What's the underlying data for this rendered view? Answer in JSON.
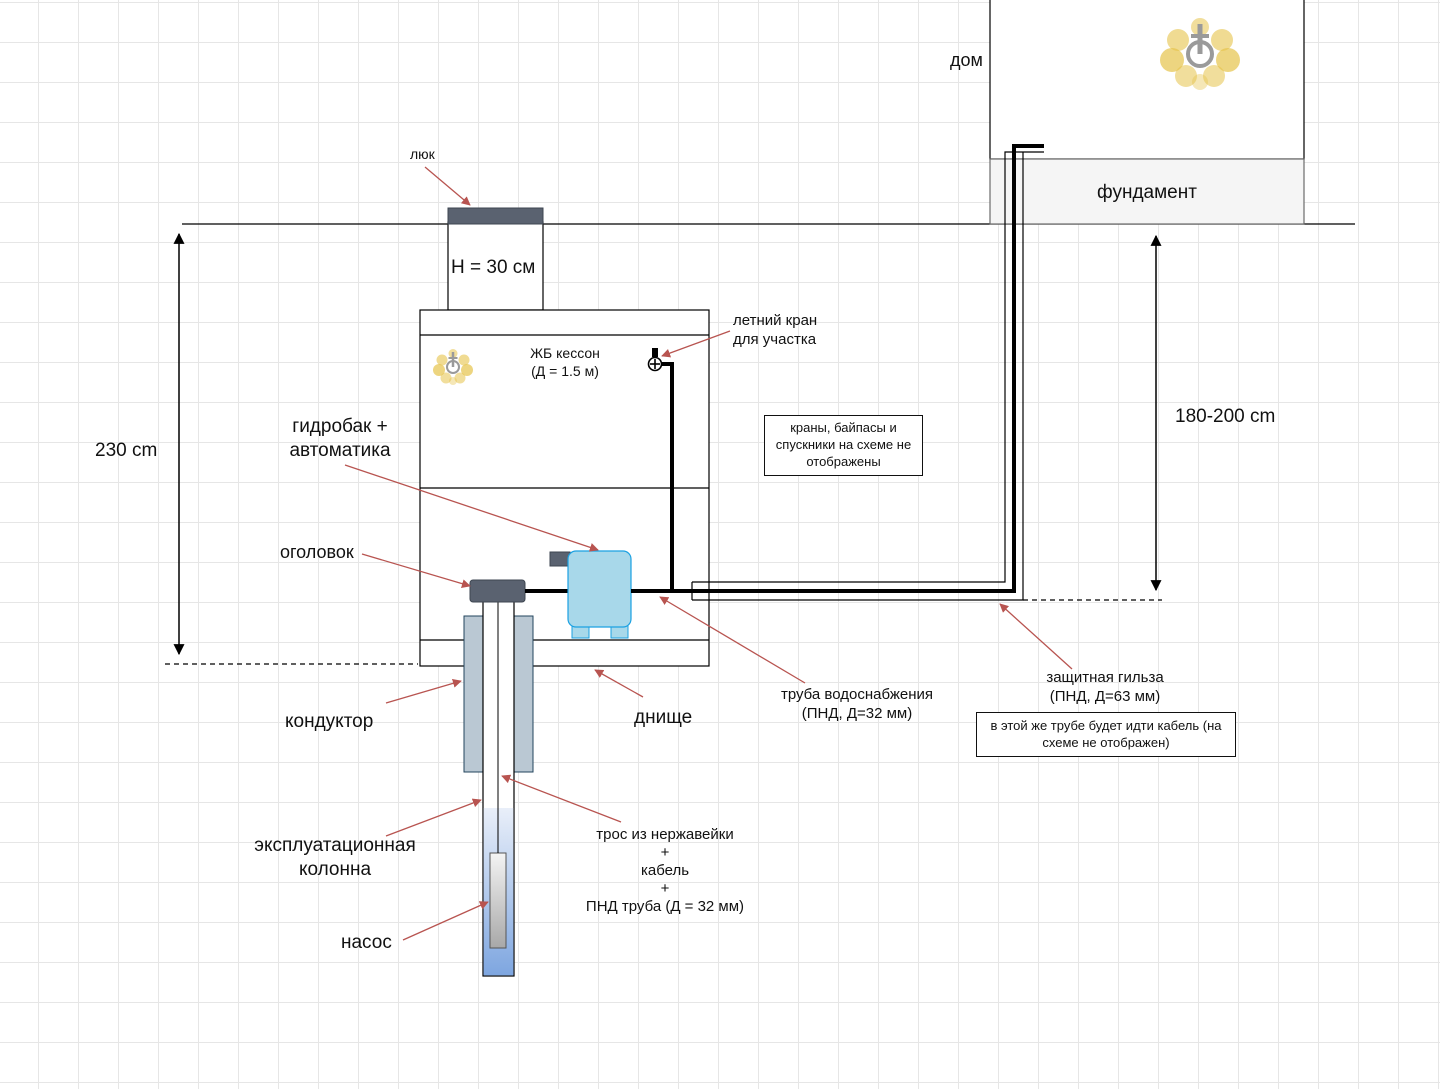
{
  "labels": {
    "house": "дом",
    "foundation": "фундамент",
    "hatch": "люк",
    "h30": "H = 30 см",
    "caisson_line1": "ЖБ кессон",
    "caisson_line2": "(Д = 1.5 м)",
    "summer_tap_line1": "летний кран",
    "summer_tap_line2": "для участка",
    "depth_230": "230 cm",
    "depth_180": "180-200 cm",
    "hydro_line1": "гидробак +",
    "hydro_line2": "автоматика",
    "wellhead": "оголовок",
    "conductor": "кондуктор",
    "bottom": "днище",
    "supply_pipe_line1": "труба водоснабжения",
    "supply_pipe_line2": "(ПНД, Д=32 мм)",
    "sleeve_line1": "защитная гильза",
    "sleeve_line2": "(ПНД, Д=63 мм)",
    "casing_line1": "эксплуатационная",
    "casing_line2": "колонна",
    "pump": "насос",
    "cable_line1": "трос из нержавейки",
    "cable_line2": "+",
    "cable_line3": "кабель",
    "cable_line4": "+",
    "cable_line5": "ПНД труба (Д = 32 мм)"
  },
  "notes": {
    "valves": "краны, байпасы и спускники на схеме не отображены",
    "cable_in_sleeve": "в этой же трубе будет идти кабель (на схеме не отображен)"
  },
  "colors": {
    "line": "#000000",
    "arrow": "#b85450",
    "hatch": "#5a6270",
    "tank": "#a8d8ea",
    "tank_stroke": "#1ba1e2",
    "conductor": "#bac8d3",
    "water": "#7ea6e0",
    "foundation": "#f5f5f5",
    "logo_gold": "#e6c34a",
    "logo_grey": "#9a9a9a"
  },
  "icons": [
    "logo-icon",
    "tap-icon",
    "arrow-icon"
  ]
}
